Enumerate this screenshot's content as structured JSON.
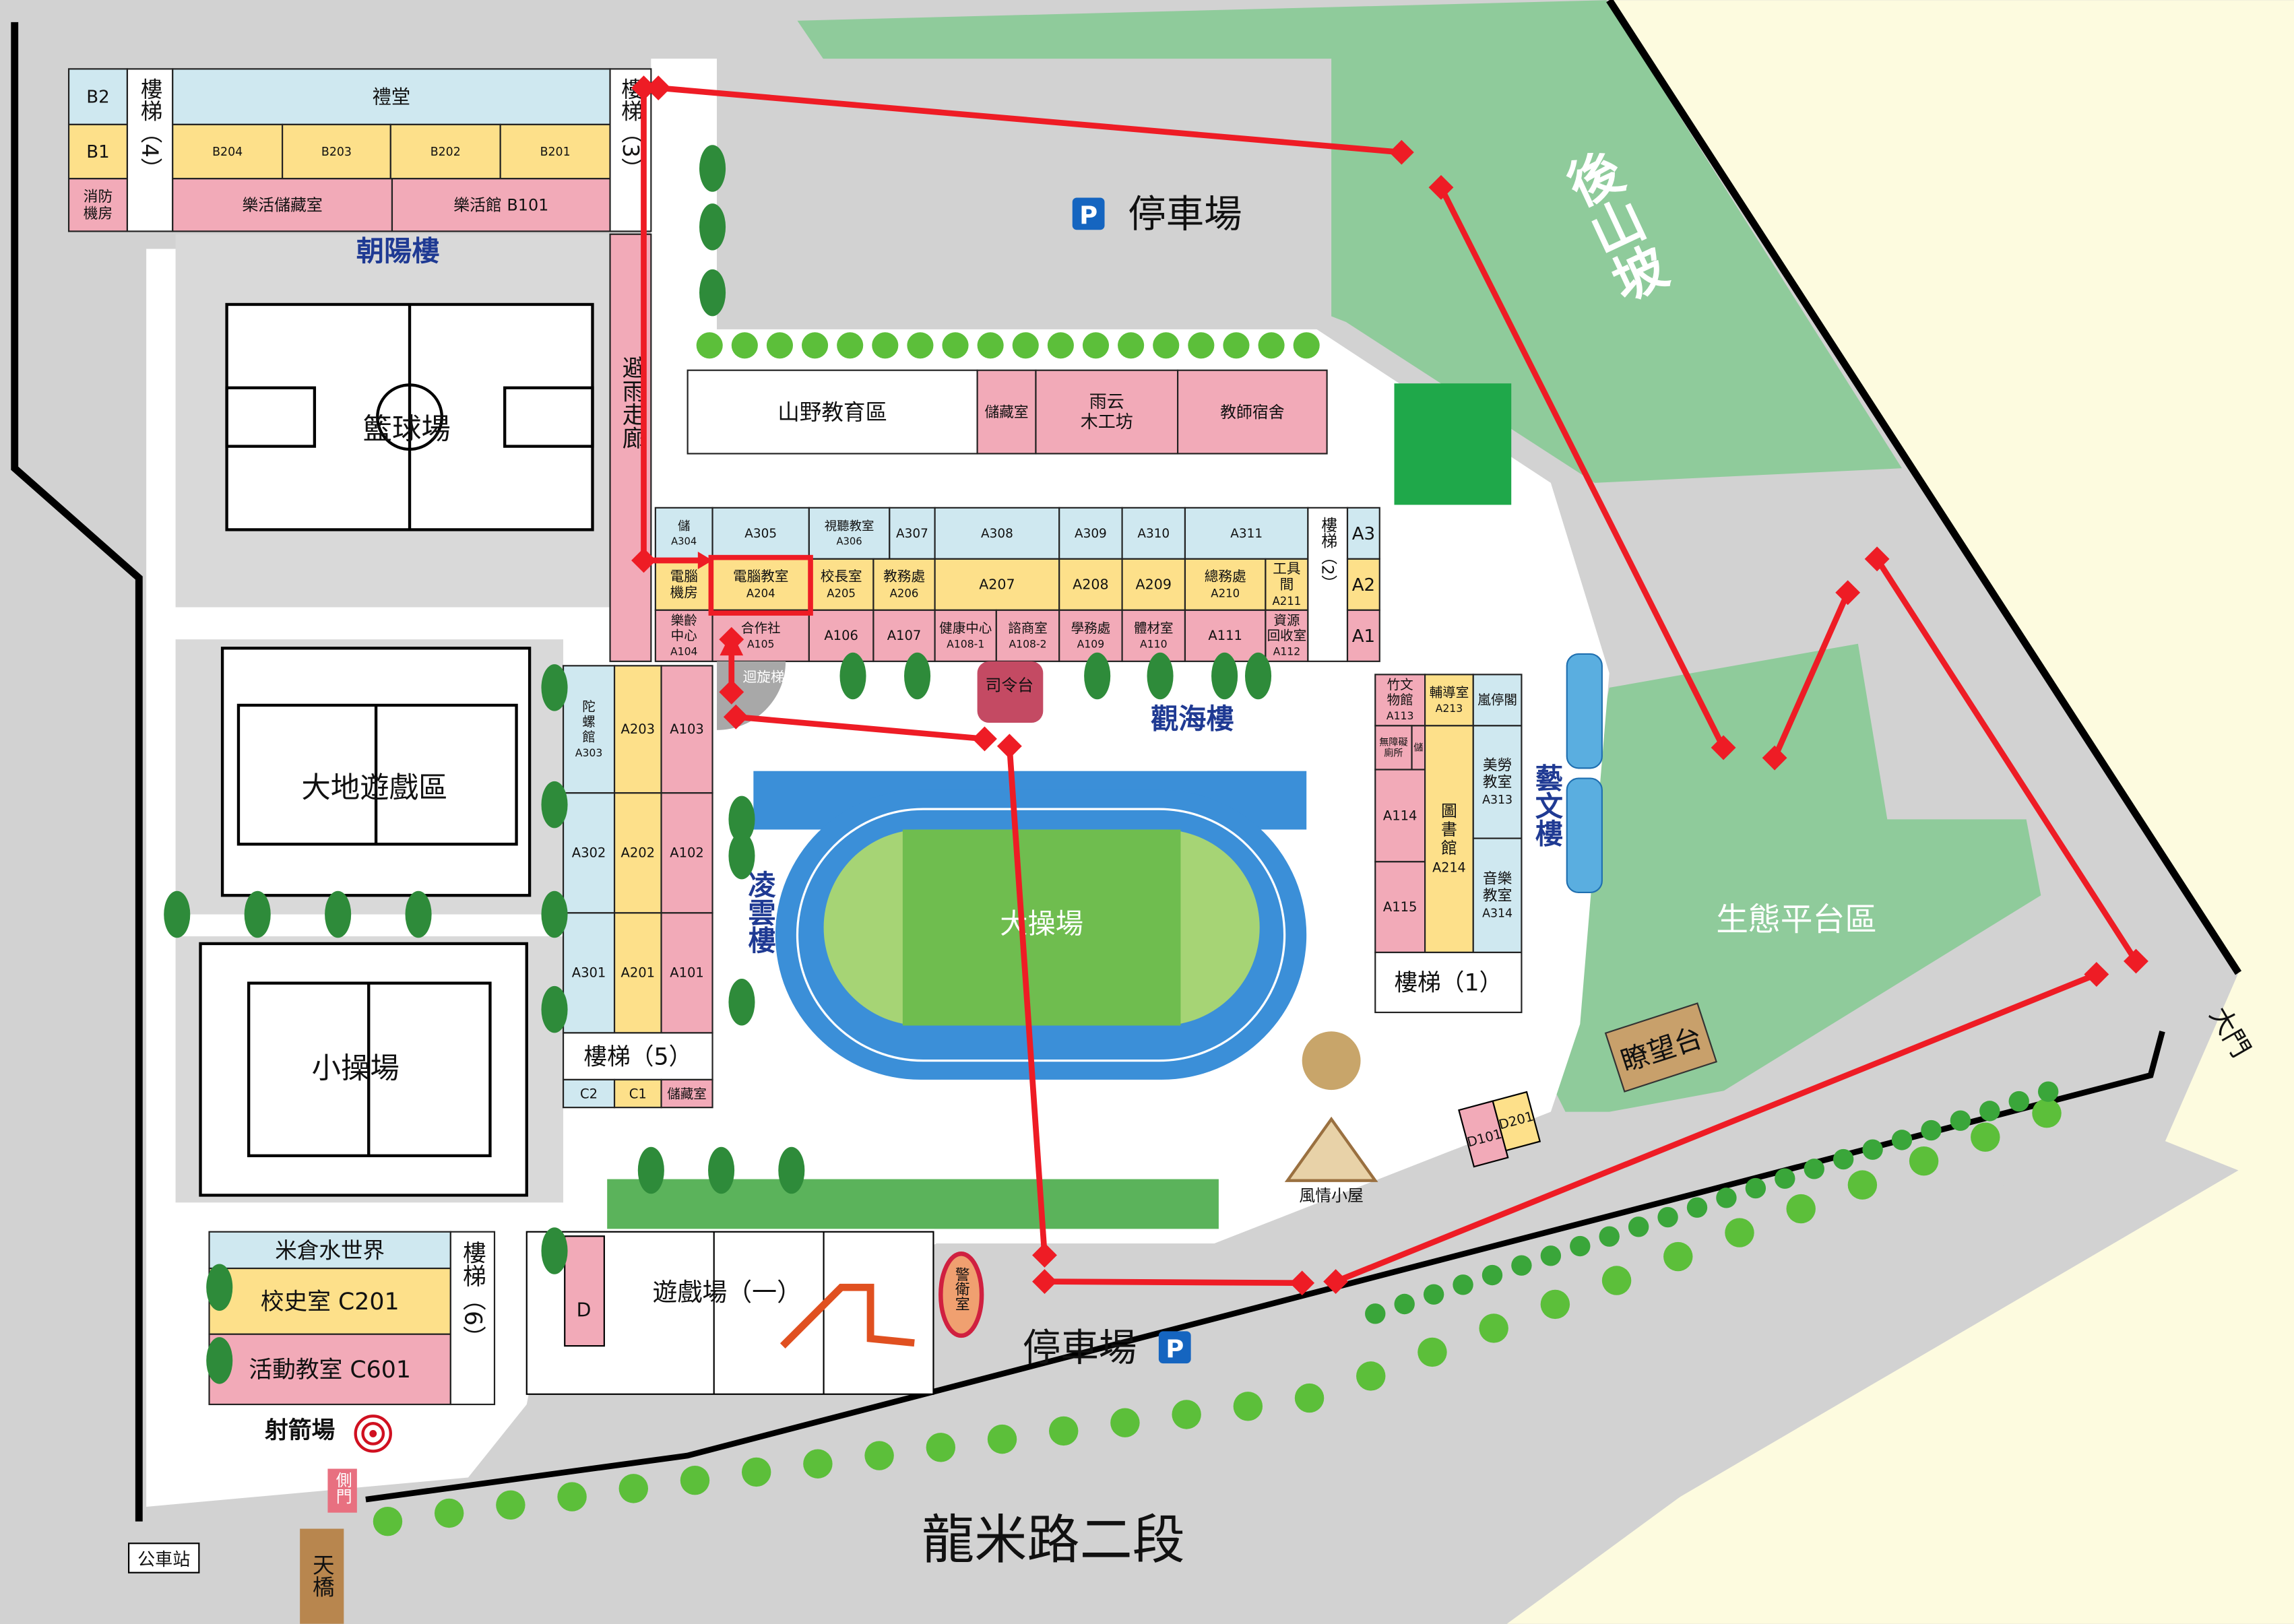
{
  "colors": {
    "floor3": "#cfe8f0",
    "floor2": "#fde08a",
    "floor1": "#f2aab8",
    "route": "#ee1c25",
    "grass": "#8fcb9b",
    "road": "#d2d2d2",
    "track": "#3b8fd8",
    "building_label": "#1f3a93"
  },
  "chaoyang": {
    "name": "朝陽樓",
    "stair4": "樓梯（4）",
    "stair3": "樓梯（3）",
    "toilet_b2": "B2",
    "toilet_b1": "B1",
    "fire_room": [
      "消防",
      "機房"
    ],
    "auditorium": "禮堂",
    "b204": "B204",
    "b203": "B203",
    "b202": "B202",
    "b201": "B201",
    "storage": "樂活儲藏室",
    "lehuo": "樂活館 B101"
  },
  "corridor": "避雨走廊",
  "courts": {
    "basketball": "籃球場",
    "earth_play": "大地遊戲區",
    "small_field": "小操場",
    "main_field": "大操場",
    "archery": "射箭場"
  },
  "shanye": {
    "edu": "山野教育區",
    "storage": "儲藏室",
    "woodshop": [
      "雨云",
      "木工坊"
    ],
    "dorm": "教師宿舍"
  },
  "guanhai": {
    "name": "觀海樓",
    "stair2": "樓梯（2）",
    "a304": [
      "儲",
      "A304"
    ],
    "a305": [
      "A305"
    ],
    "a306": [
      "視聽教室",
      "A306"
    ],
    "a307": [
      "A307"
    ],
    "a308": [
      "A308"
    ],
    "a309": [
      "A309"
    ],
    "a310": [
      "A310"
    ],
    "a311": [
      "A311"
    ],
    "server_room": [
      "電腦",
      "機房"
    ],
    "a204": [
      "電腦教室",
      "A204"
    ],
    "a205": [
      "校長室",
      "A205"
    ],
    "a206": [
      "教務處",
      "A206"
    ],
    "a207": [
      "A207"
    ],
    "a208": [
      "A208"
    ],
    "a209": [
      "A209"
    ],
    "a210": [
      "總務處",
      "A210"
    ],
    "a211": [
      "工具",
      "間",
      "A211"
    ],
    "a104": [
      "樂齡",
      "中心",
      "A104"
    ],
    "a105": [
      "合作社",
      "A105"
    ],
    "a106": [
      "A106"
    ],
    "a107": [
      "A107"
    ],
    "a108_1": [
      "健康中心",
      "A108-1"
    ],
    "a108_2": [
      "諮商室",
      "A108-2"
    ],
    "a109": [
      "學務處",
      "A109"
    ],
    "a110": [
      "體材室",
      "A110"
    ],
    "a111": [
      "A111"
    ],
    "a112": [
      "資源",
      "回收室",
      "A112"
    ],
    "toilet_a3": "A3",
    "toilet_a2": "A2",
    "toilet_a1": "A1"
  },
  "lingyun": {
    "name": "凌雲樓",
    "a303": [
      "陀",
      "螺",
      "館",
      "A303"
    ],
    "a203": [
      "A203"
    ],
    "a103": [
      "A103"
    ],
    "a302": [
      "A302"
    ],
    "a202": [
      "A202"
    ],
    "a102": [
      "A102"
    ],
    "a301": [
      "A301"
    ],
    "a201": [
      "A201"
    ],
    "a101": [
      "A101"
    ],
    "stair5": "樓梯（5）",
    "toilet_c2": "C2",
    "toilet_c1": "C1",
    "storage": "儲藏室"
  },
  "yiwen": {
    "name": "藝文樓",
    "a113": [
      "竹文",
      "物館",
      "A113"
    ],
    "a213": [
      "輔導室",
      "A213"
    ],
    "lanting": [
      "嵐停閣"
    ],
    "accessible_wc": [
      "無障礙",
      "廁所"
    ],
    "storage": [
      "儲"
    ],
    "a114": [
      "A114"
    ],
    "a214": [
      "圖",
      "書",
      "館",
      "A214"
    ],
    "a313": [
      "美勞",
      "教室",
      "A313"
    ],
    "a115": [
      "A115"
    ],
    "a314": [
      "音樂",
      "教室",
      "A314"
    ],
    "stair1": "樓梯（1）"
  },
  "micang": {
    "water_world": "米倉水世界",
    "history": "校史室 C201",
    "activity": "活動教室 C601",
    "stair6": "樓梯（6）"
  },
  "playground": {
    "name": "遊戲場（一）",
    "toilet_d": "D"
  },
  "misc": {
    "spiral_stair": "迴旋梯",
    "podium": "司令台",
    "guard": "警衛室",
    "cottage": "風情小屋",
    "d101": "D101",
    "d201": "D201",
    "lookout": "瞭望台",
    "eco": "生態平台區",
    "hill": "後山坡",
    "parking_top": "停車場",
    "parking_bottom": "停車場",
    "parking_icon": "P",
    "gate": "大門",
    "side_gate": "側門",
    "road": "龍米路二段",
    "bus": "公車站",
    "bridge": "天橋"
  }
}
